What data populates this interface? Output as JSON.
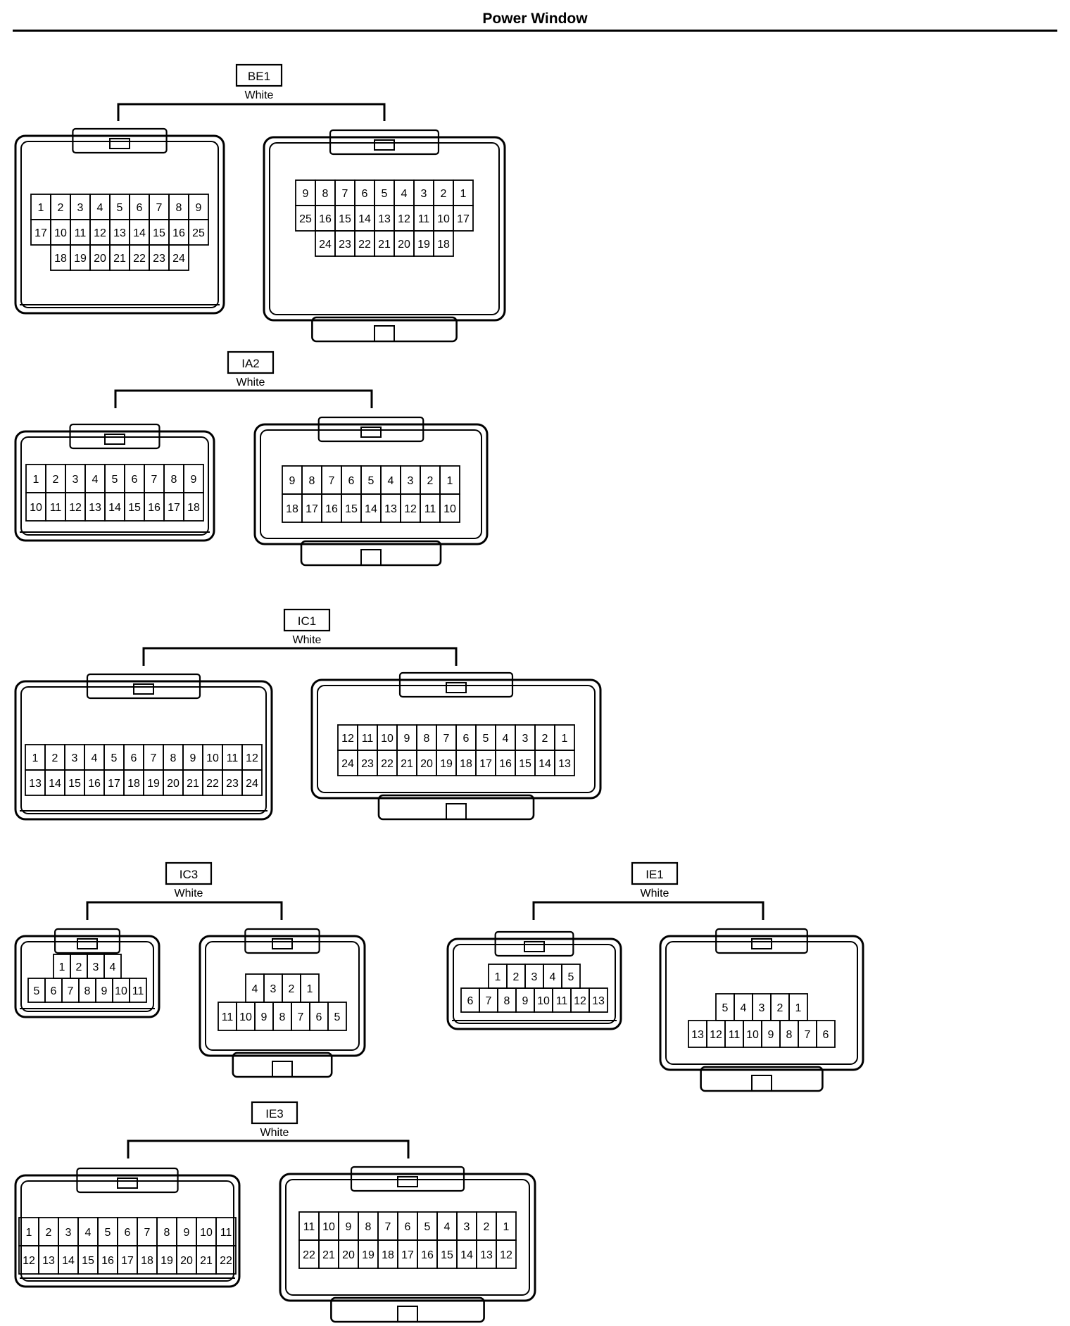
{
  "page": {
    "title": "Power Window"
  },
  "connectors": [
    {
      "id": "BE1",
      "color": "White",
      "views": [
        {
          "rows": [
            [
              "1",
              "2",
              "3",
              "4",
              "5",
              "6",
              "7",
              "8",
              "9"
            ],
            [
              "17",
              "10",
              "11",
              "12",
              "13",
              "14",
              "15",
              "16",
              "25"
            ],
            [
              "18",
              "19",
              "20",
              "21",
              "22",
              "23",
              "24"
            ]
          ]
        },
        {
          "rows": [
            [
              "9",
              "8",
              "7",
              "6",
              "5",
              "4",
              "3",
              "2",
              "1"
            ],
            [
              "25",
              "16",
              "15",
              "14",
              "13",
              "12",
              "11",
              "10",
              "17"
            ],
            [
              "24",
              "23",
              "22",
              "21",
              "20",
              "19",
              "18"
            ]
          ]
        }
      ]
    },
    {
      "id": "IA2",
      "color": "White",
      "views": [
        {
          "rows": [
            [
              "1",
              "2",
              "3",
              "4",
              "5",
              "6",
              "7",
              "8",
              "9"
            ],
            [
              "10",
              "11",
              "12",
              "13",
              "14",
              "15",
              "16",
              "17",
              "18"
            ]
          ]
        },
        {
          "rows": [
            [
              "9",
              "8",
              "7",
              "6",
              "5",
              "4",
              "3",
              "2",
              "1"
            ],
            [
              "18",
              "17",
              "16",
              "15",
              "14",
              "13",
              "12",
              "11",
              "10"
            ]
          ]
        }
      ]
    },
    {
      "id": "IC1",
      "color": "White",
      "views": [
        {
          "rows": [
            [
              "1",
              "2",
              "3",
              "4",
              "5",
              "6",
              "7",
              "8",
              "9",
              "10",
              "11",
              "12"
            ],
            [
              "13",
              "14",
              "15",
              "16",
              "17",
              "18",
              "19",
              "20",
              "21",
              "22",
              "23",
              "24"
            ]
          ]
        },
        {
          "rows": [
            [
              "12",
              "11",
              "10",
              "9",
              "8",
              "7",
              "6",
              "5",
              "4",
              "3",
              "2",
              "1"
            ],
            [
              "24",
              "23",
              "22",
              "21",
              "20",
              "19",
              "18",
              "17",
              "16",
              "15",
              "14",
              "13"
            ]
          ]
        }
      ]
    },
    {
      "id": "IC3",
      "color": "White",
      "views": [
        {
          "rows": [
            [
              "1",
              "2",
              "3",
              "4"
            ],
            [
              "5",
              "6",
              "7",
              "8",
              "9",
              "10",
              "11"
            ]
          ]
        },
        {
          "rows": [
            [
              "4",
              "3",
              "2",
              "1"
            ],
            [
              "11",
              "10",
              "9",
              "8",
              "7",
              "6",
              "5"
            ]
          ]
        }
      ]
    },
    {
      "id": "IE1",
      "color": "White",
      "views": [
        {
          "rows": [
            [
              "1",
              "2",
              "3",
              "4",
              "5"
            ],
            [
              "6",
              "7",
              "8",
              "9",
              "10",
              "11",
              "12",
              "13"
            ]
          ]
        },
        {
          "rows": [
            [
              "5",
              "4",
              "3",
              "2",
              "1"
            ],
            [
              "13",
              "12",
              "11",
              "10",
              "9",
              "8",
              "7",
              "6"
            ]
          ]
        }
      ]
    },
    {
      "id": "IE3",
      "color": "White",
      "views": [
        {
          "rows": [
            [
              "1",
              "2",
              "3",
              "4",
              "5",
              "6",
              "7",
              "8",
              "9",
              "10",
              "11"
            ],
            [
              "12",
              "13",
              "14",
              "15",
              "16",
              "17",
              "18",
              "19",
              "20",
              "21",
              "22"
            ]
          ]
        },
        {
          "rows": [
            [
              "11",
              "10",
              "9",
              "8",
              "7",
              "6",
              "5",
              "4",
              "3",
              "2",
              "1"
            ],
            [
              "22",
              "21",
              "20",
              "19",
              "18",
              "17",
              "16",
              "15",
              "14",
              "13",
              "12"
            ]
          ]
        }
      ]
    }
  ]
}
